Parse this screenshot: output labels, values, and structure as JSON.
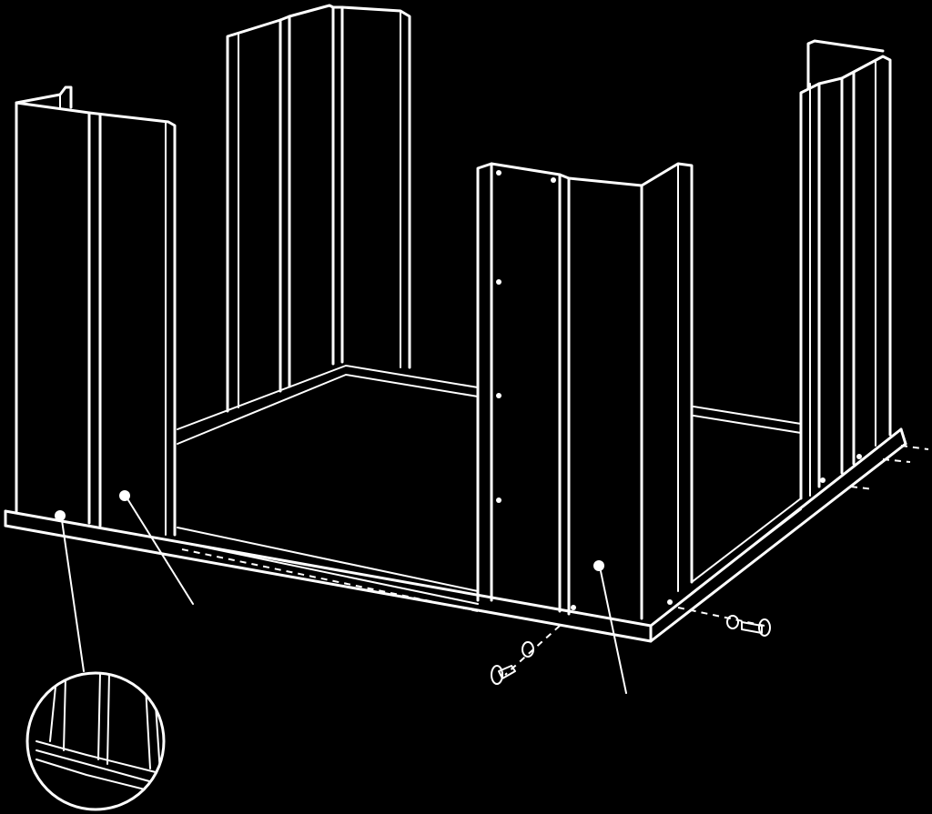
{
  "diagram": {
    "palette": {
      "background": "#000000",
      "line": "#ffffff"
    },
    "parts": [
      "floor-base-frame",
      "left-corner-wall-panel",
      "back-left-corner-wall-panel",
      "front-corner-wall-panel",
      "right-corner-wall-panel",
      "front-screw-washer-assembly",
      "right-screw-washer-assembly",
      "detail-magnifier-circle"
    ]
  }
}
